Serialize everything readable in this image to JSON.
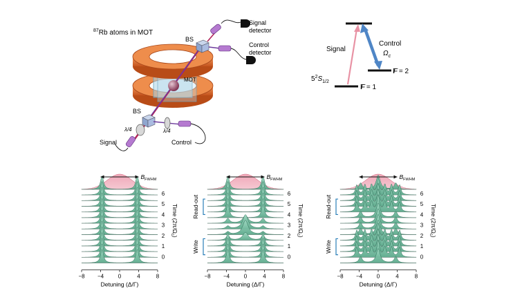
{
  "setup": {
    "mot_title_sup": "87",
    "mot_title": "Rb atoms in MOT",
    "bs_top": "BS",
    "bs_bottom": "BS",
    "mot_label": "MOT",
    "signal_detector_1": "Signal",
    "signal_detector_2": "detector",
    "control_detector_1": "Control",
    "control_detector_2": "detector",
    "qwp_left": "λ/4",
    "qwp_right": "λ/4",
    "signal_input": "Signal",
    "control_input": "Control"
  },
  "levels": {
    "signal": "Signal",
    "control": "Control",
    "omega": "Ω",
    "omega_sub": "c",
    "ground_main": "5",
    "ground_sup": "2",
    "ground_S": "S",
    "ground_sub": "1/2",
    "f1": "F = 1",
    "f2": "F = 2"
  },
  "panels": {
    "bfwhm": "B",
    "bfwhm_sub": "FWHM",
    "xlabel": "Detuning (Δ/Γ)",
    "xticks": [
      "−8",
      "−4",
      "0",
      "4",
      "8"
    ],
    "yticks": [
      "6",
      "5",
      "4",
      "3",
      "2",
      "1",
      "0"
    ],
    "ylabel": "Time (2π/Ω",
    "ylabel_sub": "c",
    "ylabel_end": ")",
    "write": "Write",
    "readout": "Read-out"
  },
  "chart_data": [
    {
      "type": "area",
      "title": "",
      "xlabel": "Detuning (Δ/Γ)",
      "ylabel": "Time (2π/Ωc)",
      "xlim": [
        -8,
        8
      ],
      "ylim": [
        0,
        6
      ],
      "series": [
        {
          "values": "two constant peaks at ±3.7 for all times"
        }
      ]
    },
    {
      "type": "area",
      "title": "",
      "xlabel": "Detuning (Δ/Γ)",
      "ylabel": "Time (2π/Ωc)",
      "xlim": [
        -8,
        8
      ],
      "ylim": [
        0,
        6
      ],
      "series": [
        {
          "values": "peaks at ±3.7, central peak at 0 during storage"
        }
      ]
    },
    {
      "type": "area",
      "title": "",
      "xlabel": "Detuning (Δ/Γ)",
      "ylabel": "Time (2π/Ωc)",
      "xlim": [
        -8,
        8
      ],
      "ylim": [
        0,
        6
      ],
      "series": [
        {
          "values": "multiple peaks during Write and Read-out, central peak at 0"
        }
      ]
    }
  ],
  "colors": {
    "accent_green": "#7cc4a9",
    "green_dark": "#2f6e58",
    "pink": "#f1a5b5",
    "ring": "#e07a3b",
    "beam": "#b3245a",
    "control_arrow": "#4f86c6",
    "signal_arrow": "#e892a4"
  }
}
